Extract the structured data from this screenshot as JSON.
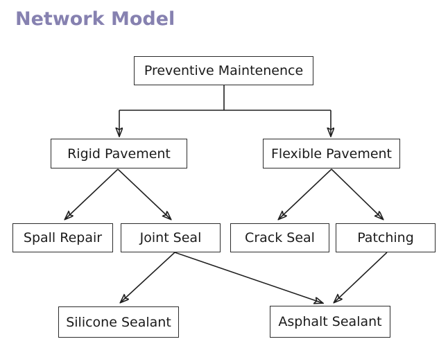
{
  "title": "Network Model",
  "nodes": {
    "preventive_maintenance": "Preventive Maintenence",
    "rigid_pavement": "Rigid Pavement",
    "flexible_pavement": "Flexible Pavement",
    "spall_repair": "Spall Repair",
    "joint_seal": "Joint Seal",
    "crack_seal": "Crack Seal",
    "patching": "Patching",
    "silicone_sealant": "Silicone Sealant",
    "asphalt_sealant": "Asphalt Sealant"
  },
  "edges": [
    {
      "from": "Preventive Maintenence",
      "to": "Rigid Pavement"
    },
    {
      "from": "Preventive Maintenence",
      "to": "Flexible Pavement"
    },
    {
      "from": "Rigid Pavement",
      "to": "Spall Repair"
    },
    {
      "from": "Rigid Pavement",
      "to": "Joint Seal"
    },
    {
      "from": "Flexible Pavement",
      "to": "Crack Seal"
    },
    {
      "from": "Flexible Pavement",
      "to": "Patching"
    },
    {
      "from": "Joint Seal",
      "to": "Silicone Sealant"
    },
    {
      "from": "Joint Seal",
      "to": "Asphalt Sealant"
    },
    {
      "from": "Patching",
      "to": "Asphalt Sealant"
    }
  ],
  "colors": {
    "title": "#8681b0",
    "line": "#1f1f1f",
    "box_border": "#2b2b2b",
    "text": "#1a1a1a",
    "background": "#ffffff"
  }
}
